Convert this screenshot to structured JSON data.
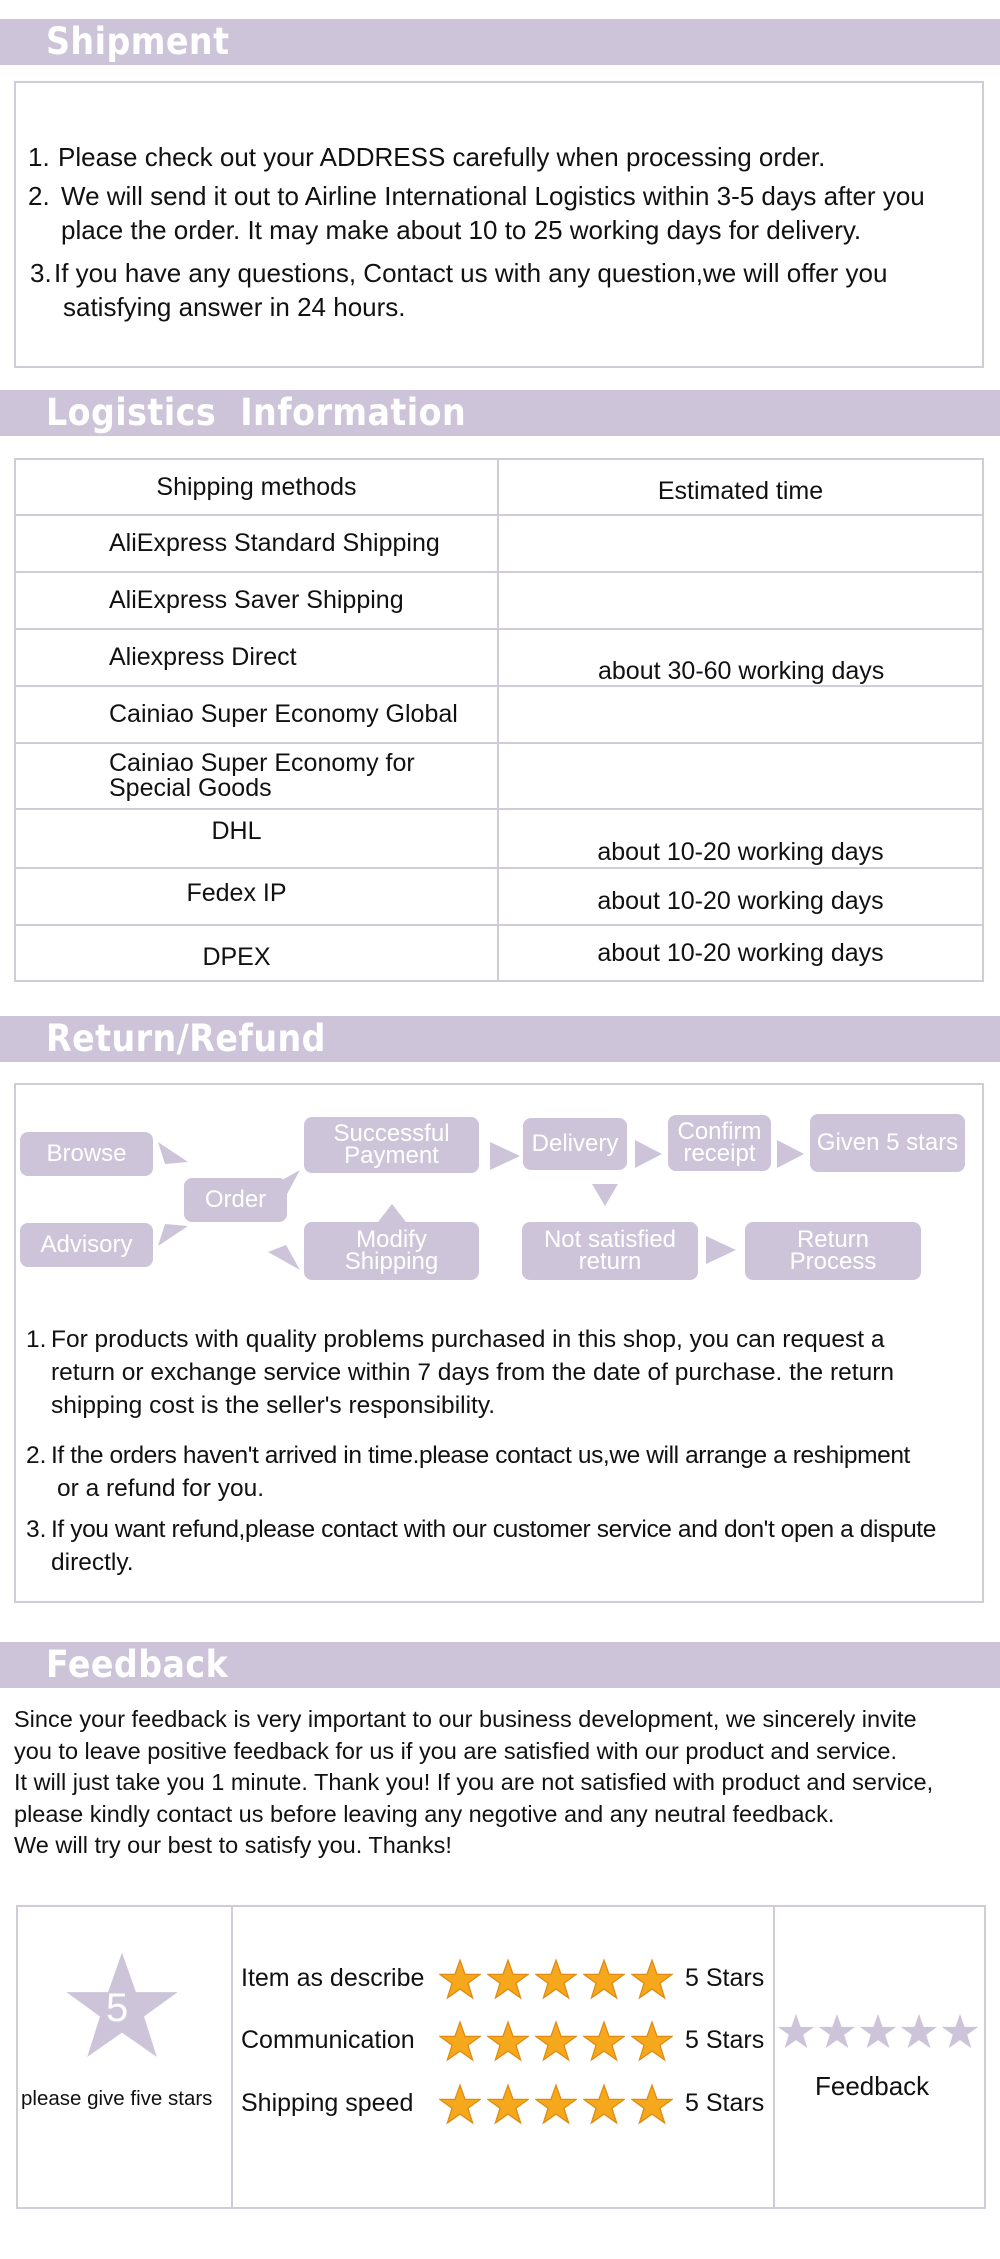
{
  "shipment": {
    "title": "Shipment",
    "items": [
      {
        "n": "1.",
        "lines": [
          "Please check out your ADDRESS carefully when processing order."
        ]
      },
      {
        "n": "2.",
        "lines": [
          "We will send it out to Airline International Logistics within 3-5 days after you",
          "place the order. It may make about 10 to 25 working days for delivery."
        ]
      },
      {
        "n": "3.",
        "lines": [
          "If you have any questions, Contact us with any question,we will offer you",
          "satisfying answer in 24 hours."
        ]
      }
    ]
  },
  "logistics": {
    "title": "Logistics  Information",
    "headers": [
      "Shipping methods",
      "Estimated time"
    ],
    "rows": [
      {
        "method": "AliExpress Standard Shipping"
      },
      {
        "method": "AliExpress Saver Shipping"
      },
      {
        "method": "Aliexpress Direct"
      },
      {
        "method": "Cainiao Super Economy Global"
      },
      {
        "method": "Cainiao Super Economy for Special Goods"
      },
      {
        "method": "DHL",
        "time": "about 10-20 working days"
      },
      {
        "method": "Fedex IP",
        "time": "about 10-20 working days"
      },
      {
        "method": "DPEX",
        "time": "about 10-20 working days"
      }
    ],
    "merged_time": "about 30-60 working days"
  },
  "refund": {
    "title": "Return/Refund",
    "flow": {
      "browse": "Browse",
      "advisory": "Advisory",
      "order": "Order",
      "payment": "Successful Payment",
      "modify": "Modify Shipping",
      "delivery": "Delivery",
      "confirm": "Confirm receipt",
      "stars": "Given 5 stars",
      "notsatisfied": "Not satisfied return",
      "returnprocess": "Return Process"
    },
    "items": [
      {
        "n": "1.",
        "lines": [
          "For products with quality problems purchased in this shop, you can request a",
          "return or exchange service within 7 days from the date of purchase. the return",
          "shipping cost is the seller's responsibility."
        ]
      },
      {
        "n": "2.",
        "lines": [
          "If the orders haven't arrived in time.please contact us,we will arrange a reshipment",
          "or a refund for you."
        ]
      },
      {
        "n": "3.",
        "lines": [
          "If you want refund,please contact with our customer service and don't open a dispute",
          "directly."
        ]
      }
    ]
  },
  "feedback": {
    "title": "Feedback",
    "paragraph": [
      "Since your feedback is very important to our business development, we sincerely invite",
      "you to leave positive feedback for us if you are satisfied with our product and service.",
      "It will just take you 1 minute. Thank you! If you are not satisfied with product and service,",
      "please kindly contact us before leaving any negotive and any neutral feedback.",
      "We will try our best to satisfy you. Thanks!"
    ],
    "badge_number": "5",
    "badge_caption": "please give five stars",
    "ratings": [
      {
        "label": "Item as describe",
        "value": "5 Stars",
        "stars": 5
      },
      {
        "label": "Communication",
        "value": "5 Stars",
        "stars": 5
      },
      {
        "label": "Shipping speed",
        "value": "5 Stars",
        "stars": 5
      }
    ],
    "right_label": "Feedback",
    "colors": {
      "accent": "#cdc4d9",
      "star_gold": "#f5a81c",
      "star_gray": "#cdc4d9"
    }
  }
}
